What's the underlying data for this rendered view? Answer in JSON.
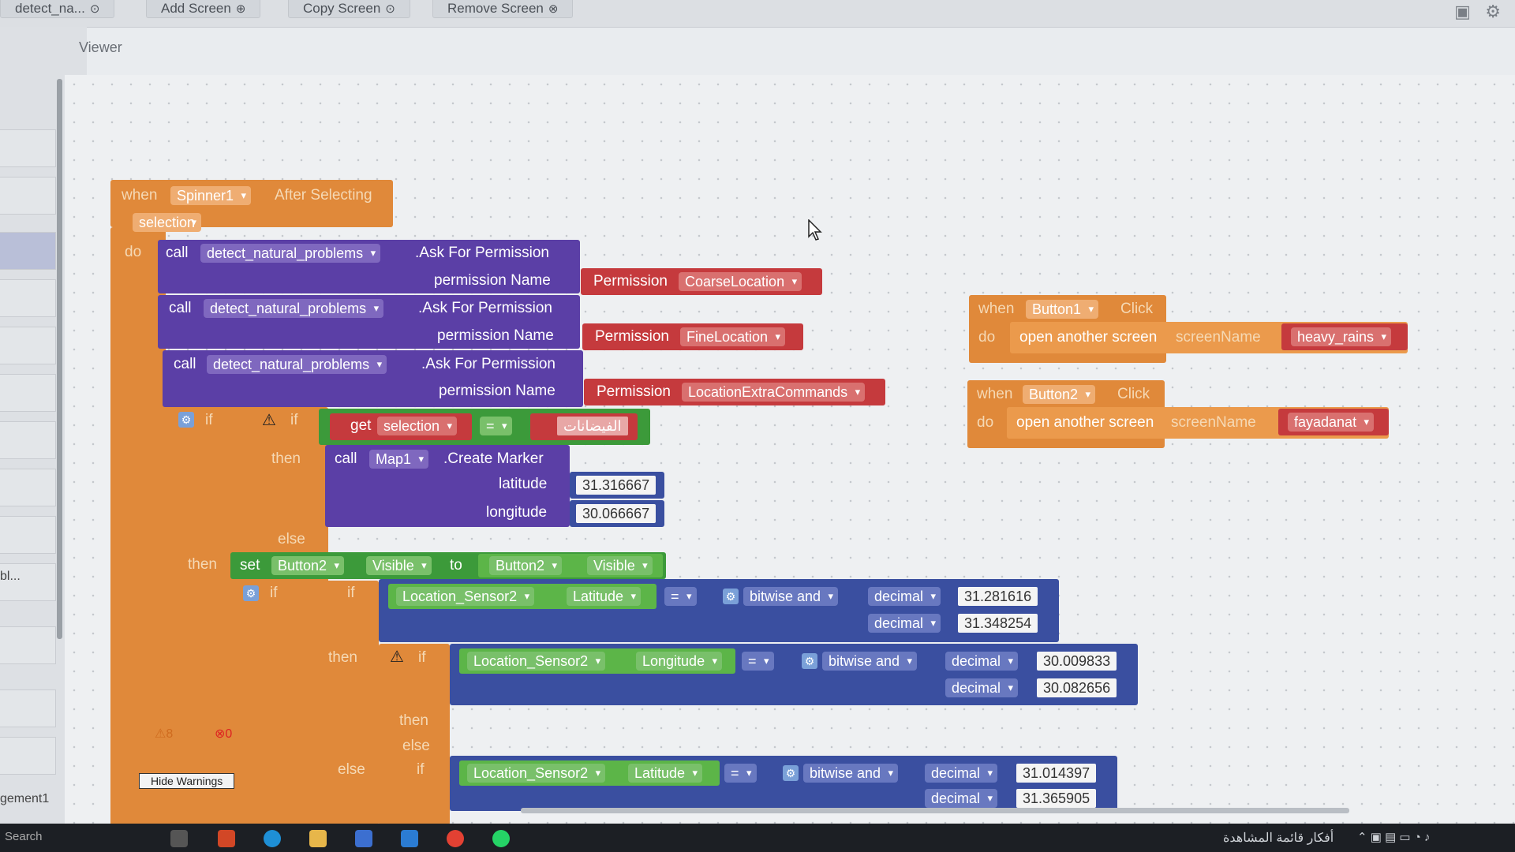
{
  "toolbar": {
    "project": "detect_na...",
    "add_screen": "Add Screen",
    "copy_screen": "Copy Screen",
    "remove_screen": "Remove Screen"
  },
  "viewer": {
    "label": "Viewer"
  },
  "side": {
    "item_a": "bl...",
    "item_b": "gement1",
    "search": "Search"
  },
  "event1": {
    "when": "when",
    "component": "Spinner1",
    "event": "After Selecting",
    "param": "selection",
    "do": "do",
    "calls": [
      {
        "call": "call",
        "component": "detect_natural_problems",
        "method": ".Ask For Permission",
        "param": "permission Name",
        "perm": "Permission",
        "value": "CoarseLocation"
      },
      {
        "call": "call",
        "component": "detect_natural_problems",
        "method": ".Ask For Permission",
        "param": "permission Name",
        "perm": "Permission",
        "value": "FineLocation"
      },
      {
        "call": "call",
        "component": "detect_natural_problems",
        "method": ".Ask For Permission",
        "param": "permission Name",
        "perm": "Permission",
        "value": "LocationExtraCommands"
      }
    ],
    "if1": {
      "if": "if",
      "get": "get",
      "var": "selection",
      "op": "=",
      "text": "الفيضانات",
      "then": "then",
      "marker_call": "call",
      "map": "Map1",
      "method": ".Create Marker",
      "lat_label": "latitude",
      "lat": "31.316667",
      "lng_label": "longitude",
      "lng": "30.066667",
      "else": "else"
    },
    "set": {
      "then": "then",
      "set": "set",
      "component": "Button2",
      "prop": "Visible",
      "to": "to",
      "component2": "Button2",
      "prop2": "Visible"
    },
    "if2": {
      "if": "if",
      "sensor": "Location_Sensor2",
      "prop": "Latitude",
      "op": "=",
      "bitwise": "bitwise and",
      "decimal": "decimal",
      "v1": "31.281616",
      "v2": "31.348254",
      "then": "then"
    },
    "if3": {
      "if": "if",
      "sensor": "Location_Sensor2",
      "prop": "Longitude",
      "op": "=",
      "bitwise": "bitwise and",
      "decimal": "decimal",
      "v1": "30.009833",
      "v2": "30.082656",
      "then": "then",
      "else": "else"
    },
    "if4": {
      "else": "else",
      "if": "if",
      "sensor": "Location_Sensor2",
      "prop": "Latitude",
      "op": "=",
      "bitwise": "bitwise and",
      "decimal": "decimal",
      "v1": "31.014397",
      "v2": "31.365905"
    }
  },
  "event2": {
    "when": "when",
    "component": "Button1",
    "event": "Click",
    "do": "do",
    "action": "open another screen",
    "param": "screenName",
    "value": "heavy_rains"
  },
  "event3": {
    "when": "when",
    "component": "Button2",
    "event": "Click",
    "do": "do",
    "action": "open another screen",
    "param": "screenName",
    "value": "fayadanat"
  },
  "warnings": {
    "warn_count": "8",
    "error_count": "0",
    "hide": "Hide Warnings"
  },
  "tray": {
    "text": "أفكار قائمة المشاهدة"
  }
}
